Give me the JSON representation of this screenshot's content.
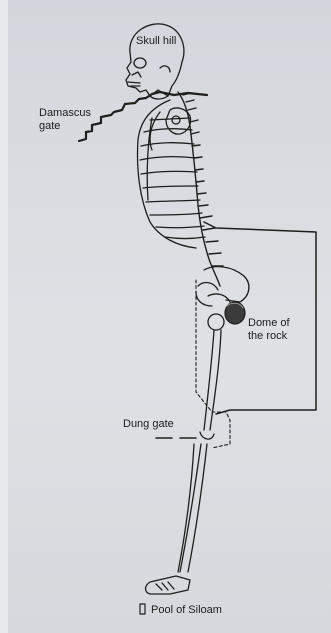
{
  "labels": {
    "skull_hill": "Skull hill",
    "damascus_gate": "Damascus\ngate",
    "dome_of_the_rock": "Dome of\nthe rock",
    "dung_gate": "Dung gate",
    "pool_of_siloam": "Pool of Siloam"
  },
  "colors": {
    "background": "#dcdee2",
    "ink": "#1c1c1c"
  }
}
